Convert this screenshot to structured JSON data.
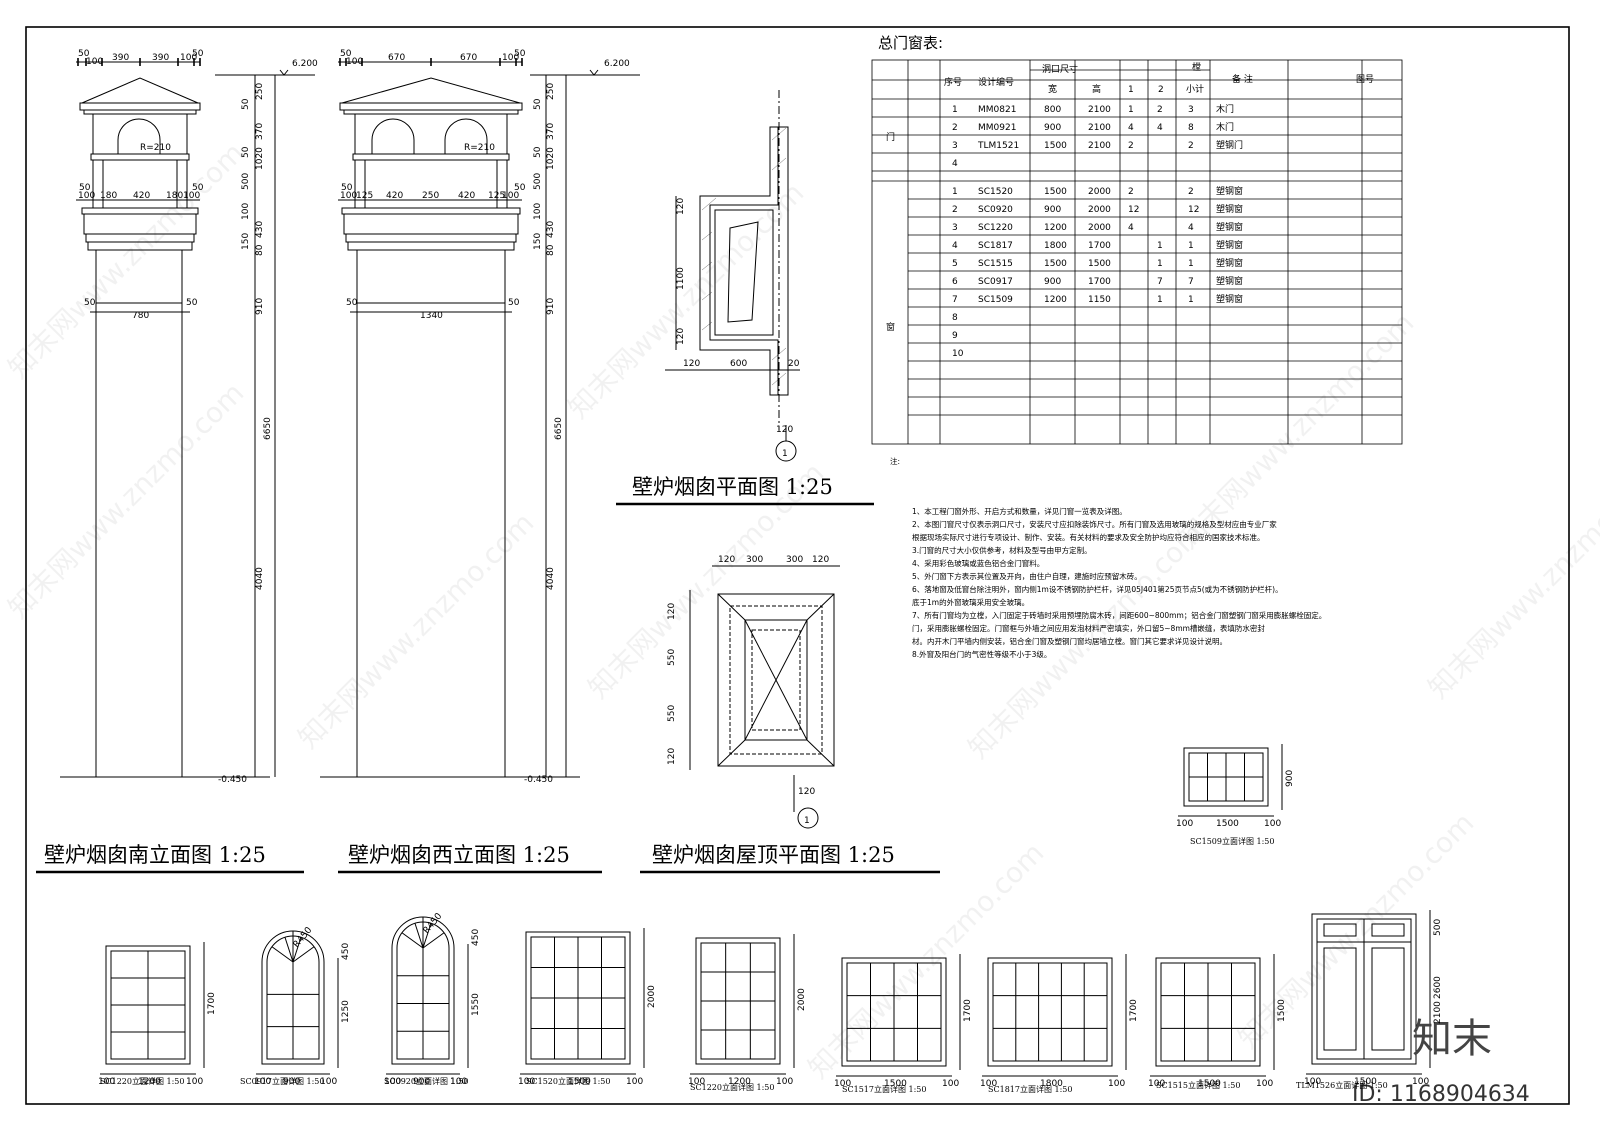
{
  "titles": {
    "south_elev": "壁炉烟囱南立面图 1:25",
    "west_elev": "壁炉烟囱西立面图 1:25",
    "chimney_plan": "壁炉烟囱平面图 1:25",
    "roof_plan": "壁炉烟囱屋顶平面图 1:25"
  },
  "levels": {
    "top": "6.200",
    "bottom": "-0.450"
  },
  "south_dims": {
    "top": [
      "50",
      "100",
      "390",
      "390",
      "100",
      "50"
    ],
    "mid": [
      "50",
      "100",
      "180",
      "420",
      "180",
      "100",
      "50"
    ],
    "width": "780",
    "side50a": "50",
    "side50b": "50",
    "radius": "R=210",
    "right": [
      "250",
      "50",
      "370",
      "50",
      "1020",
      "500",
      "100",
      "430",
      "150",
      "80",
      "910",
      "6650",
      "4040"
    ]
  },
  "west_dims": {
    "top": [
      "50",
      "100",
      "670",
      "670",
      "100",
      "50"
    ],
    "mid": [
      "50",
      "100",
      "125",
      "420",
      "250",
      "420",
      "125",
      "100",
      "50"
    ],
    "width": "1340",
    "side50a": "50",
    "side50b": "50",
    "radius": "R=210",
    "right": [
      "250",
      "50",
      "370",
      "50",
      "1020",
      "500",
      "100",
      "430",
      "150",
      "80",
      "910",
      "6650",
      "4040"
    ]
  },
  "plan_dims": {
    "v1": "120",
    "v2": "1100",
    "v3": "120",
    "h1": "120",
    "h2": "600",
    "h3": "20",
    "b": "120",
    "axis": "1"
  },
  "roof_dims": {
    "t1": "120",
    "t2": "300",
    "t3": "300",
    "t4": "120",
    "v1": "120",
    "v2": "550",
    "v3": "550",
    "v4": "120",
    "b": "120",
    "axis": "1"
  },
  "table": {
    "title": "总门窗表:",
    "headers": {
      "no": "序号",
      "code": "设计编号",
      "opening": "洞口尺寸",
      "w": "宽",
      "h": "高",
      "qty": "樘",
      "q1": "1",
      "q2": "2",
      "sub": "小计",
      "remark": "备   注",
      "atlas": "图号"
    },
    "door_label": "门",
    "window_label": "窗",
    "doors": [
      {
        "no": "1",
        "code": "MM0821",
        "w": "800",
        "h": "2100",
        "q1": "1",
        "q2": "2",
        "sub": "3",
        "remark": "木门"
      },
      {
        "no": "2",
        "code": "MM0921",
        "w": "900",
        "h": "2100",
        "q1": "4",
        "q2": "4",
        "sub": "8",
        "remark": "木门"
      },
      {
        "no": "3",
        "code": "TLM1521",
        "w": "1500",
        "h": "2100",
        "q1": "2",
        "q2": "",
        "sub": "2",
        "remark": "塑钢门"
      },
      {
        "no": "4",
        "code": "",
        "w": "",
        "h": "",
        "q1": "",
        "q2": "",
        "sub": "",
        "remark": ""
      }
    ],
    "windows": [
      {
        "no": "1",
        "code": "SC1520",
        "w": "1500",
        "h": "2000",
        "q1": "2",
        "q2": "",
        "sub": "2",
        "remark": "塑钢窗"
      },
      {
        "no": "2",
        "code": "SC0920",
        "w": "900",
        "h": "2000",
        "q1": "12",
        "q2": "",
        "sub": "12",
        "remark": "塑钢窗"
      },
      {
        "no": "3",
        "code": "SC1220",
        "w": "1200",
        "h": "2000",
        "q1": "4",
        "q2": "",
        "sub": "4",
        "remark": "塑钢窗"
      },
      {
        "no": "4",
        "code": "SC1817",
        "w": "1800",
        "h": "1700",
        "q1": "",
        "q2": "1",
        "sub": "1",
        "remark": "塑钢窗"
      },
      {
        "no": "5",
        "code": "SC1515",
        "w": "1500",
        "h": "1500",
        "q1": "",
        "q2": "1",
        "sub": "1",
        "remark": "塑钢窗"
      },
      {
        "no": "6",
        "code": "SC0917",
        "w": "900",
        "h": "1700",
        "q1": "",
        "q2": "7",
        "sub": "7",
        "remark": "塑钢窗"
      },
      {
        "no": "7",
        "code": "SC1509",
        "w": "1200",
        "h": "1150",
        "q1": "",
        "q2": "1",
        "sub": "1",
        "remark": "塑钢窗"
      },
      {
        "no": "8",
        "code": "",
        "w": "",
        "h": "",
        "q1": "",
        "q2": "",
        "sub": "",
        "remark": ""
      },
      {
        "no": "9",
        "code": "",
        "w": "",
        "h": "",
        "q1": "",
        "q2": "",
        "sub": "",
        "remark": ""
      },
      {
        "no": "10",
        "code": "",
        "w": "",
        "h": "",
        "q1": "",
        "q2": "",
        "sub": "",
        "remark": ""
      }
    ]
  },
  "notes": {
    "head": "注:",
    "lines": [
      "1、本工程门窗外形、开启方式和数量，详见门窗一览表及详图。",
      "2、本图门窗尺寸仅表示洞口尺寸，安装尺寸应扣除装饰尺寸。所有门窗及选用玻璃的规格及型材应由专业厂家",
      "   根据现场实际尺寸进行专项设计、制作、安装。有关材料的要求及安全防护均应符合相应的国家技术标准。",
      "3.门窗的尺寸大小仅供参考，材料及型号由甲方定制。",
      "4、采用彩色玻璃或蓝色铝合金门窗料。",
      "5、外门窗下方表示其位置及开向，由住户自理，建施时应预留木砖。",
      "6、落地窗及低窗台除注明外，窗内侧1m设不锈钢防护栏杆，详见05J401第25页节点5(或为不锈钢防护栏杆)。",
      "   底于1m的外窗玻璃采用安全玻璃。",
      "7、所有门窗均为立樘，入门固定于砖墙时采用预埋防腐木砖，间距600~800mm；铝合金门窗塑钢门窗采用膨胀螺栓固定。",
      "   门，采用膨胀螺栓固定。门窗框与外墙之间应用发泡材料严密填实，外口留5~8mm槽嵌缝，表填防水密封",
      "   材。内开木门平墙内侧安装，铝合金门窗及塑钢门窗均居墙立樘。窗门其它要求详见设计说明。",
      "8.外窗及阳台门的气密性等级不小于3级。"
    ]
  },
  "details": [
    {
      "label": "SC1220立面详图  1:50",
      "w": "1200",
      "h": "1700",
      "s1": "100",
      "s2": "100"
    },
    {
      "label": "SC0917立面详图  1:50",
      "w": "900",
      "h": "1250",
      "arch": "450",
      "r": "R450",
      "s1": "100",
      "s2": "100"
    },
    {
      "label": "SC0920立面详图  1:50",
      "w": "900",
      "h": "1550",
      "arch": "450",
      "r": "R450",
      "s1": "100",
      "s2": "100"
    },
    {
      "label": "SC1520立面详图  1:50",
      "w": "1500",
      "h": "2000",
      "s1": "100",
      "s2": "100"
    },
    {
      "label": "SC1220立面详图  1:50",
      "w": "1200",
      "h": "2000",
      "s1": "100",
      "s2": "100"
    },
    {
      "label": "SC1517立面详图  1:50",
      "w": "1500",
      "h": "1700",
      "s1": "100",
      "s2": "100"
    },
    {
      "label": "SC1817立面详图  1:50",
      "w": "1800",
      "h": "1700",
      "s1": "100",
      "s2": "100"
    },
    {
      "label": "SC1515立面详图  1:50",
      "w": "1500",
      "h": "1500",
      "s1": "100",
      "s2": "100"
    },
    {
      "label": "TLM1526立面详图  1:50",
      "w": "1500",
      "h": "2600",
      "top": "500",
      "bot": "2100",
      "s1": "100",
      "s2": "100"
    },
    {
      "label": "SC1509立面详图  1:50",
      "w": "1500",
      "h": "900",
      "s1": "100",
      "s2": "100"
    }
  ],
  "watermark": {
    "site": "知末网www.znzmo.com",
    "logo": "知末",
    "id": "ID: 1168904634"
  }
}
